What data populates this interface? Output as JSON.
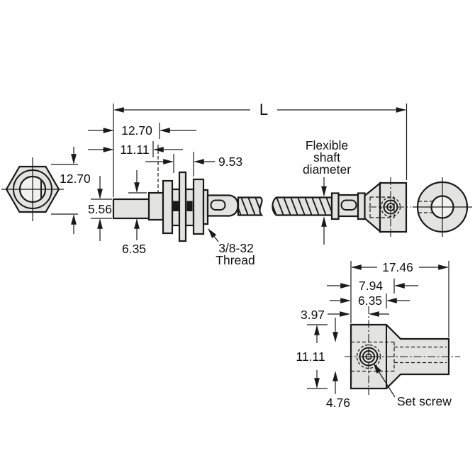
{
  "colors": {
    "part_fill": "#e3e3e1",
    "bore_fill": "#f1f1ef",
    "line": "#1a1a1a",
    "background": "#ffffff"
  },
  "side_view": {
    "overall_length": "L",
    "dim_top1": "12.70",
    "dim_top2": "11.11",
    "dim_thread_len": "9.53",
    "flex_line1": "Flexible",
    "flex_line2": "shaft",
    "flex_line3": "diameter",
    "dim_flat": "5.56",
    "dim_shaft_dia": "6.35",
    "thread_line1": "3/8-32",
    "thread_line2": "Thread"
  },
  "hex_end_view": {
    "dim_across_flats": "12.70"
  },
  "detail_view": {
    "dim_overall": "17.46",
    "dim_head_depth": "7.94",
    "dim_bore_depth": "6.35",
    "dim_setscrew_offset": "3.97",
    "dim_height": "11.11",
    "dim_bore_dia": "4.76",
    "set_screw": "Set screw"
  }
}
